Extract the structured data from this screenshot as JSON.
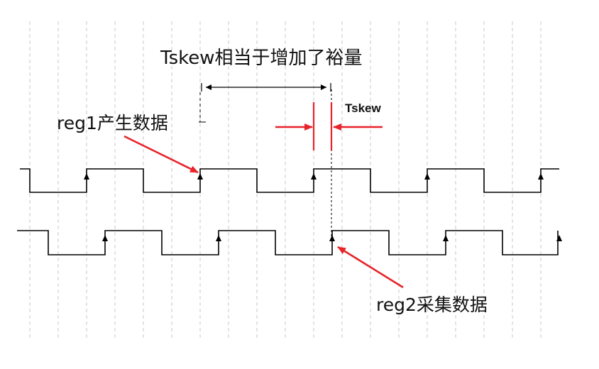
{
  "labels": {
    "title": "Tskew相当于增加了裕量",
    "reg1": "reg1产生数据",
    "reg2": "reg2采集数据",
    "tskew": "Tskew"
  },
  "clocks": {
    "reg1_rising_edges": 5,
    "reg2_rising_edges": 5
  },
  "colors": {
    "line": "#000000",
    "grid": "#c8c8c8",
    "annotation": "#e8232a"
  }
}
